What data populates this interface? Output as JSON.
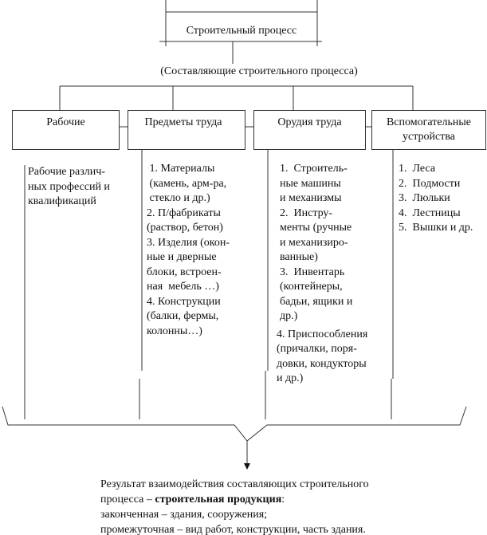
{
  "title": "Строительный процесс",
  "subtitle": "(Составляющие строительного процесса)",
  "boxes": [
    {
      "label": "Рабочие"
    },
    {
      "label": "Предметы труда"
    },
    {
      "label": "Орудия труда"
    },
    {
      "label": "Вспомогательные устройства"
    }
  ],
  "columns": [
    {
      "lines": [
        "Рабочие различ-",
        "ных профессий и",
        "квалификаций"
      ]
    },
    {
      "lines": [
        " 1. Материалы",
        " (камень, арм-ра,",
        " стекло и др.)",
        "2. П/фабрикаты",
        "(раствор, бетон)",
        "3. Изделия (окон-",
        "ные и дверные",
        "блоки, встроен-",
        "ная  мебель …)",
        "4. Конструкции",
        "(балки, фермы,",
        "колонны…)"
      ]
    },
    {
      "lines": [
        "1.  Строитель-",
        "ные машины",
        "и механизмы",
        "2.  Инстру-",
        "менты (ручные",
        "и механизиро-",
        "ванные)",
        "3.  Инвентарь",
        "(контейнеры,",
        "бадьи, ящики и",
        "др.)",
        "4. Приспособления",
        "(причалки, поря-",
        "довки, кондукторы",
        "и др.)"
      ]
    },
    {
      "lines": [
        "1.  Леса",
        "2.  Подмости",
        "3.  Люльки",
        "4.  Лестницы",
        "5.  Вышки и др."
      ]
    }
  ],
  "result": {
    "line1": "Результат взаимодействия составляющих строительного",
    "line2_prefix": "процесса – ",
    "line2_bold": "строительная продукция",
    "line2_suffix": ":",
    "line3": "законченная – здания, сооружения;",
    "line4": "промежуточная – вид работ, конструкции, часть здания."
  }
}
